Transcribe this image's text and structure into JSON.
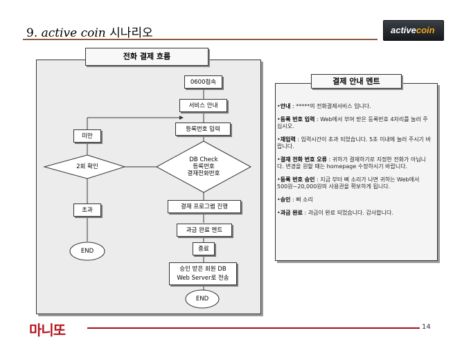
{
  "slide": {
    "title_prefix": "9. ",
    "title_italic": "active coin",
    "title_suffix": " 시나리오",
    "logo_text_a": "active",
    "logo_text_b": "coin",
    "page_number": "14",
    "footer_logo": "마니또"
  },
  "flow": {
    "header": "전화 결제 흐름",
    "nodes": {
      "connect": "0600접속",
      "service_guide": "서비스 안내",
      "enter_number": "등록번호 입력",
      "db_check_1": "DB Check",
      "db_check_2": "등록번호",
      "db_check_3": "결재전화번호",
      "under": "미만",
      "second_check": "2회 확인",
      "exceed": "초과",
      "end_left": "END",
      "payment_progress": "결재 프로그램 진행",
      "billing_done": "과금 완료 멘트",
      "finish": "종료",
      "send_1": "승인 받은 회원 DB",
      "send_2": "Web Server로 전송",
      "end_bottom": "END"
    }
  },
  "ment": {
    "header": "결제 안내 멘트",
    "items": [
      {
        "label": "안내",
        "text": " : *****의 전화결제서비스 입니다."
      },
      {
        "label": "등록 번호 입력",
        "text": " : Web에서 부여 받은 등록번호 4자리를 눌러 주십시오."
      },
      {
        "label": "재입력",
        "text": " : 입력시간이 초과 되었습니다. 5초 이내에 눌러 주시기 바랍니다."
      },
      {
        "label": "결재 전화 번호 오류",
        "text": " : 귀하가 결재하기로 지정한 전화가 아닙니다. 변경을 원할 때는 homepage 수정하시기 바랍니다."
      },
      {
        "label": "등록 번호 승인",
        "text": " : 지금 부터 삐 소리가 나면 귀하는 Web에서 500원~20,000원의 사용권을 확보하게 됩니다."
      },
      {
        "label": "승인",
        "text": " : 삐 소리"
      },
      {
        "label": "과금 완료",
        "text": " : 과금이 완료 되었습니다. 감사합니다."
      }
    ]
  }
}
